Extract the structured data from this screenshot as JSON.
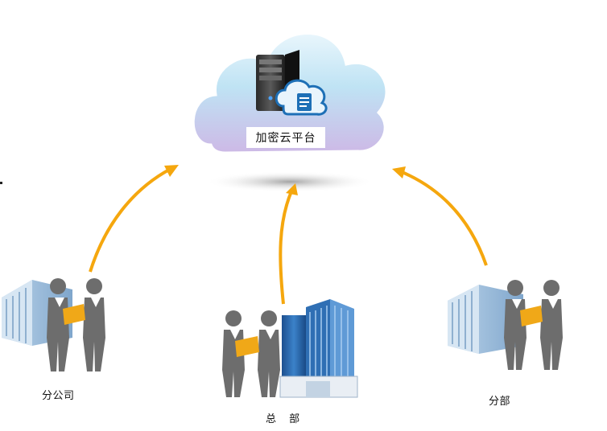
{
  "cloud": {
    "platform_label": "加密云平台"
  },
  "nodes": {
    "headquarters": {
      "label": "总 部"
    },
    "branch_company": {
      "label": "分公司"
    },
    "branch_department": {
      "label": "分部"
    }
  },
  "colors": {
    "arrow": "#f5a70e",
    "person_suit": "#6d6d6d",
    "folder": "#f0a818",
    "building_blue": "#2f6fb4",
    "cloud_top": "#bfe3f4",
    "cloud_bottom": "#d8c8ea"
  },
  "icons": [
    "cloud-icon",
    "server-icon",
    "cloud-document-icon",
    "building-icon",
    "people-icon",
    "arrow-icon"
  ]
}
